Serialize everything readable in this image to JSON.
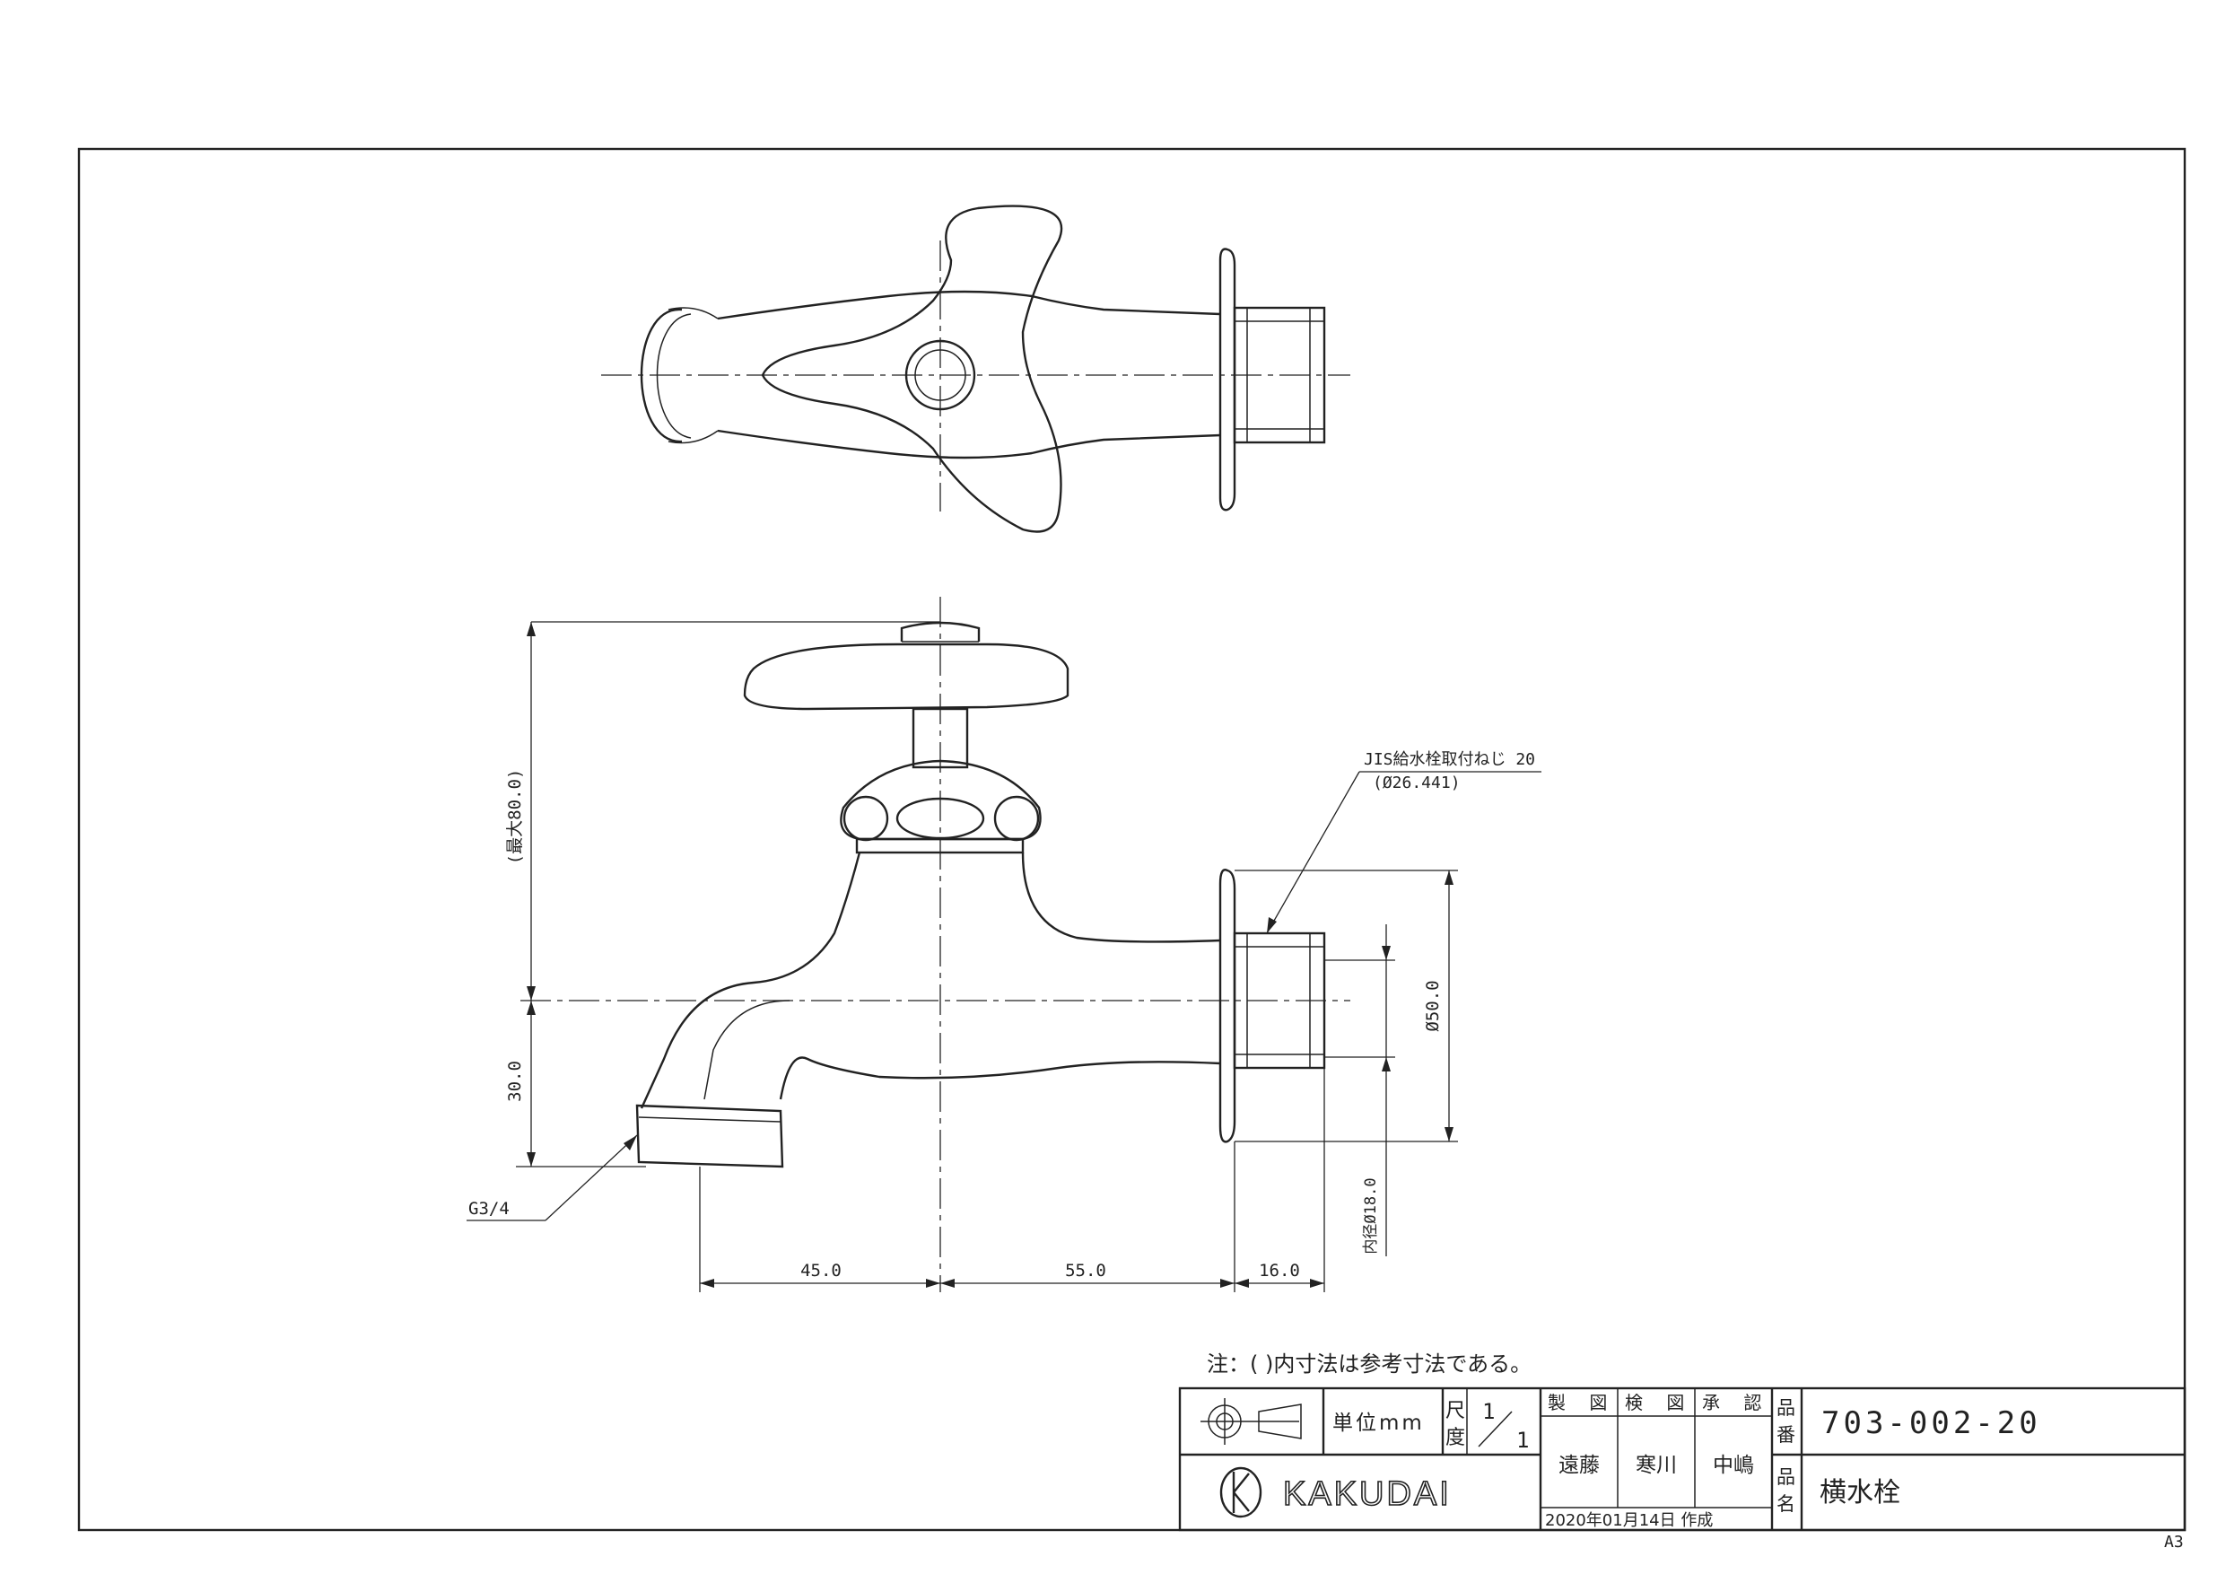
{
  "dimensions": {
    "height_max": "(最大80.0)",
    "dim_30": "30.0",
    "dim_45": "45.0",
    "dim_55": "55.0",
    "dim_16": "16.0",
    "dia_50": "Ø50.0",
    "inner_18": "内径Ø18.0",
    "thread_g": "G3/4",
    "jis_line1": "JIS給水栓取付ねじ 20",
    "jis_line2": "(Ø26.441)"
  },
  "note": "注：(  )内寸法は参考寸法である。",
  "title_block": {
    "unit_label": "単位mm",
    "scale_label_1": "尺",
    "scale_label_2": "度",
    "scale_num": "1",
    "scale_den": "1",
    "drawn_header": "製 図",
    "checked_header": "検 図",
    "approved_header": "承 認",
    "drawn_by": "遠藤",
    "checked_by": "寒川",
    "approved_by": "中嶋",
    "part_no_label_1": "品",
    "part_no_label_2": "番",
    "part_no": "703-002-20",
    "name_label_1": "品",
    "name_label_2": "名",
    "name": "横水栓",
    "date": "2020年01月14日 作成",
    "brand": "KAKUDAI"
  },
  "sheet_size": "A3"
}
